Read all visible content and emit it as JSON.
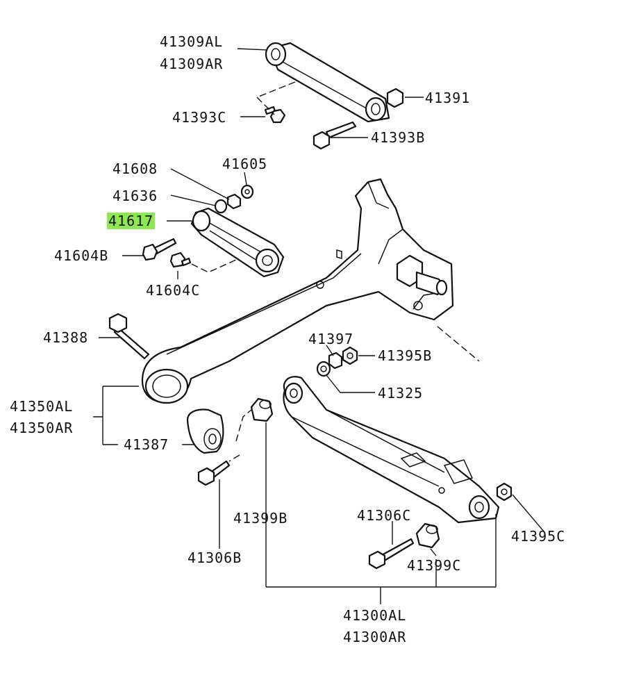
{
  "labels": {
    "p41309al": "41309AL",
    "p41309ar": "41309AR",
    "p41391": "41391",
    "p41393c": "41393C",
    "p41393b": "41393B",
    "p41608": "41608",
    "p41605": "41605",
    "p41636": "41636",
    "p41617": "41617",
    "p41604b": "41604B",
    "p41604c": "41604C",
    "p41388": "41388",
    "p41397": "41397",
    "p41395b": "41395B",
    "p41325": "41325",
    "p41350al": "41350AL",
    "p41350ar": "41350AR",
    "p41387": "41387",
    "p41399b": "41399B",
    "p41306c": "41306C",
    "p41395c": "41395C",
    "p41399c": "41399C",
    "p41306b": "41306B",
    "p41300al": "41300AL",
    "p41300ar": "41300AR"
  },
  "highlight_color": "#8ee84f"
}
